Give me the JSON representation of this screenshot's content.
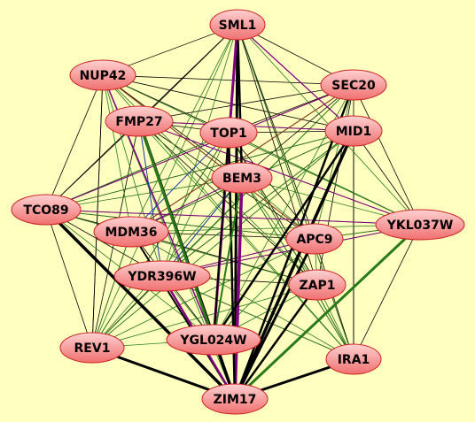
{
  "graph": {
    "background": "#ffffc0",
    "node_fill_light": "#ffd0d0",
    "node_fill_dark": "#f07070",
    "node_stroke": "#cc2222",
    "edge_colors": {
      "black": "#000000",
      "green": "#2a7a1a",
      "purple": "#800080",
      "blue": "#1a3aaa",
      "brown": "#8a3a1a"
    },
    "nodes": [
      {
        "id": "SML1",
        "label": "SML1"
      },
      {
        "id": "NUP42",
        "label": "NUP42"
      },
      {
        "id": "SEC20",
        "label": "SEC20"
      },
      {
        "id": "FMP27",
        "label": "FMP27"
      },
      {
        "id": "TOP1",
        "label": "TOP1"
      },
      {
        "id": "MID1",
        "label": "MID1"
      },
      {
        "id": "BEM3",
        "label": "BEM3"
      },
      {
        "id": "TCO89",
        "label": "TCO89"
      },
      {
        "id": "YKL037W",
        "label": "YKL037W"
      },
      {
        "id": "MDM36",
        "label": "MDM36"
      },
      {
        "id": "APC9",
        "label": "APC9"
      },
      {
        "id": "YDR396W",
        "label": "YDR396W"
      },
      {
        "id": "ZAP1",
        "label": "ZAP1"
      },
      {
        "id": "REV1",
        "label": "REV1"
      },
      {
        "id": "YGL024W",
        "label": "YGL024W"
      },
      {
        "id": "IRA1",
        "label": "IRA1"
      },
      {
        "id": "ZIM17",
        "label": "ZIM17"
      }
    ]
  }
}
